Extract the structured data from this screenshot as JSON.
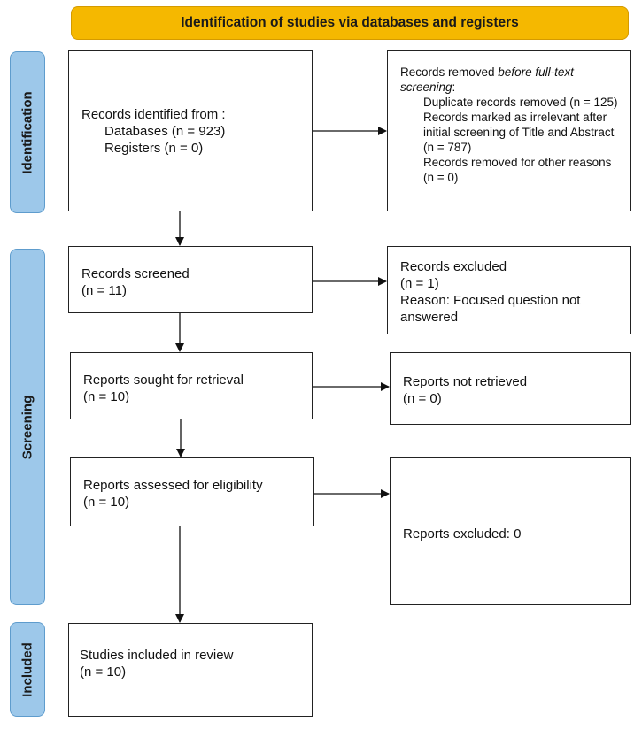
{
  "header": {
    "title": "Identification of studies via databases and registers"
  },
  "phases": {
    "identification": "Identification",
    "screening": "Screening",
    "included": "Included"
  },
  "boxes": {
    "identified": {
      "heading": "Records identified from :",
      "databases": "Databases (n = 923)",
      "registers": "Registers (n = 0)"
    },
    "removed": {
      "heading_plain": "Records removed ",
      "heading_italic": "before full-text screening",
      "heading_colon": ":",
      "duplicates": "Duplicate records removed (n = 125)",
      "irrelevant": "Records marked as irrelevant after initial screening of Title and Abstract (n = 787)",
      "other": "Records removed for other reasons (n = 0)"
    },
    "screened": {
      "label": "Records screened",
      "count": "(n = 11)"
    },
    "excluded": {
      "label": "Records excluded",
      "count": "(n = 1)",
      "reason": "Reason: Focused question not answered"
    },
    "sought": {
      "label": "Reports sought for retrieval",
      "count": "(n = 10)"
    },
    "not_retrieved": {
      "label": "Reports not retrieved",
      "count": "(n = 0)"
    },
    "assessed": {
      "label": "Reports assessed for eligibility",
      "count": "(n = 10)"
    },
    "reports_excluded": {
      "label": "Reports excluded: 0"
    },
    "included": {
      "label": "Studies included in review",
      "count": "(n = 10)"
    }
  },
  "colors": {
    "header_fill": "#f5b800",
    "phase_fill": "#9dc8ea",
    "phase_border": "#5e9ccd",
    "box_border": "#222222"
  }
}
